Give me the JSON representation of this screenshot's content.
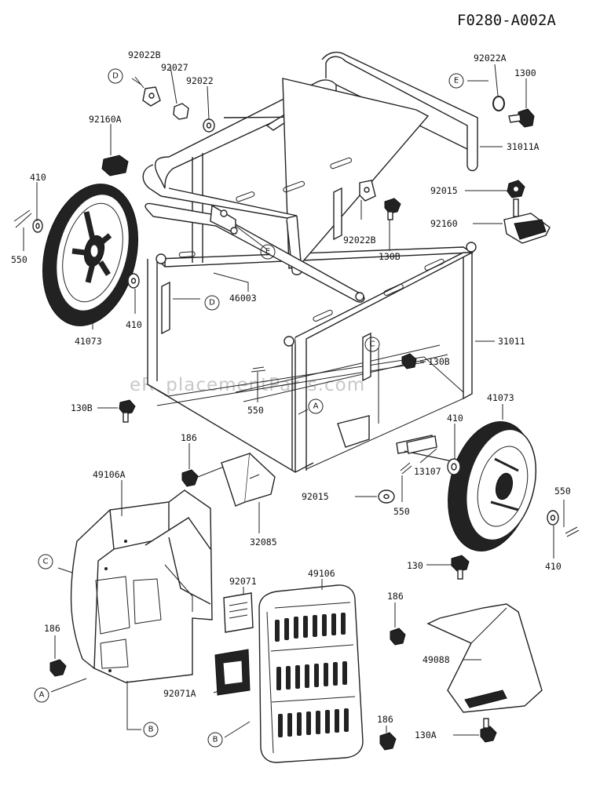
{
  "reference": "F0280-A002A",
  "watermark": "eReplacementParts.com",
  "labels": {
    "p92022B_top": "92022B",
    "p92027": "92027",
    "p92022": "92022",
    "p92160A": "92160A",
    "p92022A": "92022A",
    "p1300": "1300",
    "p31011A": "31011A",
    "p410_left_top": "410",
    "p550_left_top": "550",
    "p92015_top": "92015",
    "p92160": "92160",
    "p92022B_mid": "92022B",
    "p130B_top": "130B",
    "p410_left_mid": "410",
    "p46003": "46003",
    "p41073_left": "41073",
    "p31011": "31011",
    "p130B_right": "130B",
    "p130B_left": "130B",
    "p550_mid": "550",
    "p41073_right": "41073",
    "p410_right_top": "410",
    "p186_mid": "186",
    "p49106A": "49106A",
    "p13107": "13107",
    "p92015_bottom": "92015",
    "p550_right_mid": "550",
    "p550_right": "550",
    "p32085": "32085",
    "p410_right_bottom": "410",
    "p130": "130",
    "p92071": "92071",
    "p49106": "49106",
    "p186_right": "186",
    "p186_left": "186",
    "p49088": "49088",
    "p92071A": "92071A",
    "p186_bottom": "186",
    "p130A": "130A"
  },
  "callouts": {
    "D_top": "D",
    "E_top": "E",
    "E_mid": "E",
    "D_mid": "D",
    "C_mid": "C",
    "A_mid": "A",
    "C_left": "C",
    "A_left": "A",
    "B_left": "B",
    "B_bottom": "B"
  }
}
